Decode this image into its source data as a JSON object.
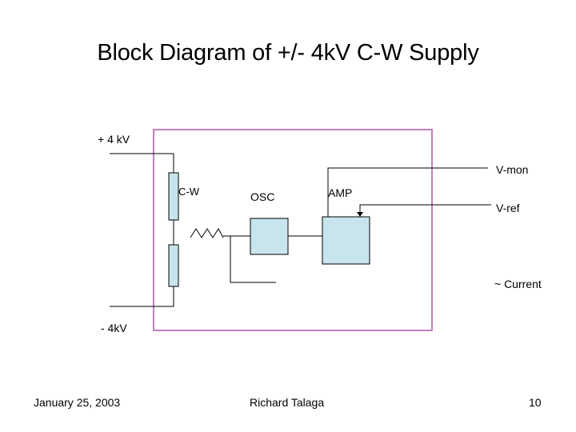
{
  "slide": {
    "title": "Block Diagram of +/- 4kV C-W Supply"
  },
  "diagram": {
    "labels": {
      "plus_4kv": "+ 4 kV",
      "minus_4kv": "- 4kV",
      "cw": "C-W",
      "osc": "OSC",
      "amp": "AMP",
      "vmon": "V-mon",
      "vref": "V-ref",
      "current": "~ Current"
    },
    "colors": {
      "enclosure": "#c080c0",
      "component_fill": "#c8e4ec",
      "line": "#000000"
    }
  },
  "footer": {
    "date": "January 25, 2003",
    "author": "Richard Talaga",
    "page": "10"
  }
}
